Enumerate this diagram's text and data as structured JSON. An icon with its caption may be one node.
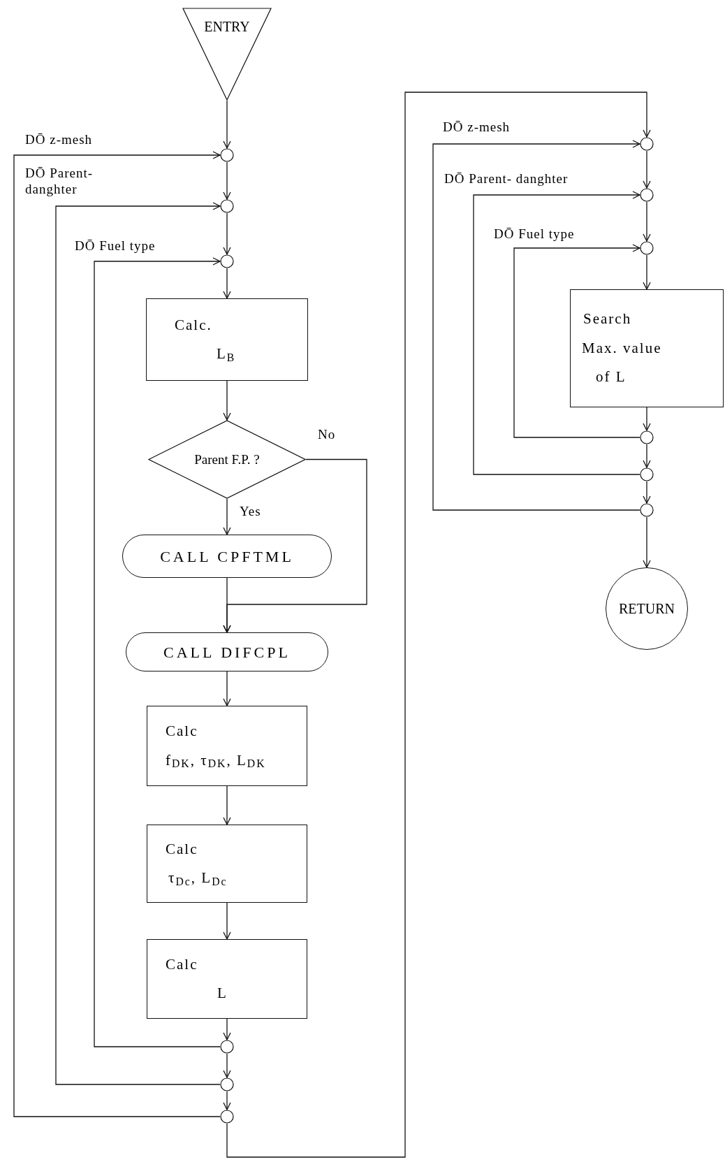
{
  "diagram": {
    "nodes": [
      {
        "text": [
          "ENTRY"
        ]
      },
      {
        "text": [],
        "shape": "circle"
      },
      {
        "text": [],
        "shape": "circle"
      },
      {
        "text": [],
        "shape": "circle"
      },
      {
        "text": [
          "Calc.",
          "L$_{B}$"
        ]
      },
      {
        "text": [
          "Parent F.P. ?"
        ]
      },
      {
        "text": [
          "CALL CPFTML"
        ]
      },
      {
        "text": [
          "CALL DIFCPL"
        ]
      },
      {
        "text": [
          "Calc",
          "f$_{DK}$, τ$_{DK}$, L$_{DK}$"
        ]
      },
      {
        "text": [
          "Calc",
          "τ$_{Dc}$, L$_{Dc}$"
        ]
      },
      {
        "text": [
          "Calc",
          "L"
        ]
      },
      {
        "text": [],
        "shape": "circle"
      },
      {
        "text": [],
        "shape": "circle"
      },
      {
        "text": [],
        "shape": "circle"
      },
      {
        "text": [],
        "shape": "circle"
      },
      {
        "text": [],
        "shape": "circle"
      },
      {
        "text": [],
        "shape": "circle"
      },
      {
        "text": [
          "Search",
          "Max. value",
          "of L"
        ]
      },
      {
        "text": [],
        "shape": "circle"
      },
      {
        "text": [],
        "shape": "circle"
      },
      {
        "text": [],
        "shape": "circle"
      },
      {
        "text": [
          "RETURN"
        ]
      }
    ],
    "edges": [
      {
        "from": 0,
        "to": 1,
        "arrow": "to"
      },
      {
        "from": 1,
        "to": 2,
        "arrow": "to"
      },
      {
        "from": 2,
        "to": 3,
        "arrow": "to"
      },
      {
        "from": 3,
        "to": 4,
        "arrow": "to"
      },
      {
        "from": 4,
        "to": 5,
        "arrow": "to"
      },
      {
        "from": 5,
        "to": 6,
        "arrow": "to",
        "label": "Yes"
      },
      {
        "from": 5,
        "to": 7,
        "arrow": "to",
        "label": "No"
      },
      {
        "from": 6,
        "to": 7,
        "arrow": "to"
      },
      {
        "from": 7,
        "to": 8,
        "arrow": "to"
      },
      {
        "from": 8,
        "to": 9,
        "arrow": "to"
      },
      {
        "from": 9,
        "to": 10,
        "arrow": "to"
      },
      {
        "from": 10,
        "to": 11,
        "arrow": "to"
      },
      {
        "from": 11,
        "to": 12,
        "arrow": "to"
      },
      {
        "from": 12,
        "to": 13,
        "arrow": "to"
      },
      {
        "from": 11,
        "to": 3,
        "arrow": "to",
        "label": "DŌ Fuel type"
      },
      {
        "from": 12,
        "to": 2,
        "arrow": "to",
        "label": "DŌ Parent- danghter"
      },
      {
        "from": 13,
        "to": 1,
        "arrow": "to",
        "label": "DŌ z-mesh"
      },
      {
        "from": 13,
        "to": 14,
        "arrow": "to"
      },
      {
        "from": 14,
        "to": 15,
        "arrow": "to"
      },
      {
        "from": 15,
        "to": 16,
        "arrow": "to"
      },
      {
        "from": 16,
        "to": 17,
        "arrow": "to"
      },
      {
        "from": 17,
        "to": 18,
        "arrow": "to"
      },
      {
        "from": 18,
        "to": 19,
        "arrow": "to"
      },
      {
        "from": 19,
        "to": 20,
        "arrow": "to"
      },
      {
        "from": 20,
        "to": 21,
        "arrow": "to"
      },
      {
        "from": 18,
        "to": 16,
        "arrow": "to",
        "label": "DŌ Fuel type"
      },
      {
        "from": 19,
        "to": 15,
        "arrow": "to",
        "label": "DŌ Parent- danghter"
      },
      {
        "from": 20,
        "to": 14,
        "arrow": "to",
        "label": "DŌ z-mesh"
      }
    ]
  }
}
